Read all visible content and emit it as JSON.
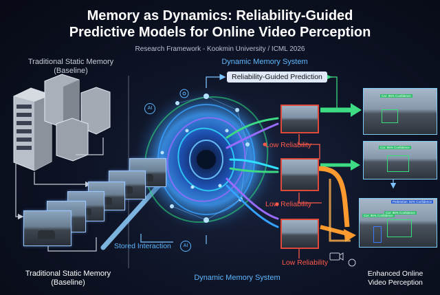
{
  "title_line1": "Memory as Dynamics: Reliability-Guided",
  "title_line2": "Predictive Models for Online Video Perception",
  "subtitle": "Research Framework - Kookmin University / ICML 2026",
  "left": {
    "top_label_1": "Traditional Static Memory",
    "top_label_2": "(Baseline)",
    "bottom_label_1": "Traditional Static Memory",
    "bottom_label_2": "(Baseline)"
  },
  "center": {
    "top_label": "Dynamic Memory System",
    "bottom_label": "Dynamic Memory System",
    "prediction_label": "Reliability-Guided Prediction",
    "stored_label": "Stored Interaction",
    "ai_icon_text": "AI"
  },
  "reliability_labels": [
    "Low Reliability",
    "Low Reliability",
    "Low Reliability"
  ],
  "right": {
    "label_1": "Enhanced Online",
    "label_2": "Video Perception",
    "detections": [
      "Car: 96% Confidence",
      "Car: 96% Confidence",
      "Pedestrian: 92% Confidence",
      "Car: 96% Confidence",
      "Car: 96% Confidence"
    ]
  },
  "colors": {
    "accent_blue": "#5fb8ff",
    "low_reliability": "#ff5a4a",
    "green_arrow": "#3ddc84",
    "orange_arrow": "#ff9a2e",
    "detection_green": "#2fbf6a"
  },
  "icons": [
    "server-rack-icon",
    "ai-chip-icon",
    "neural-network-icon",
    "video-camera-icon"
  ]
}
